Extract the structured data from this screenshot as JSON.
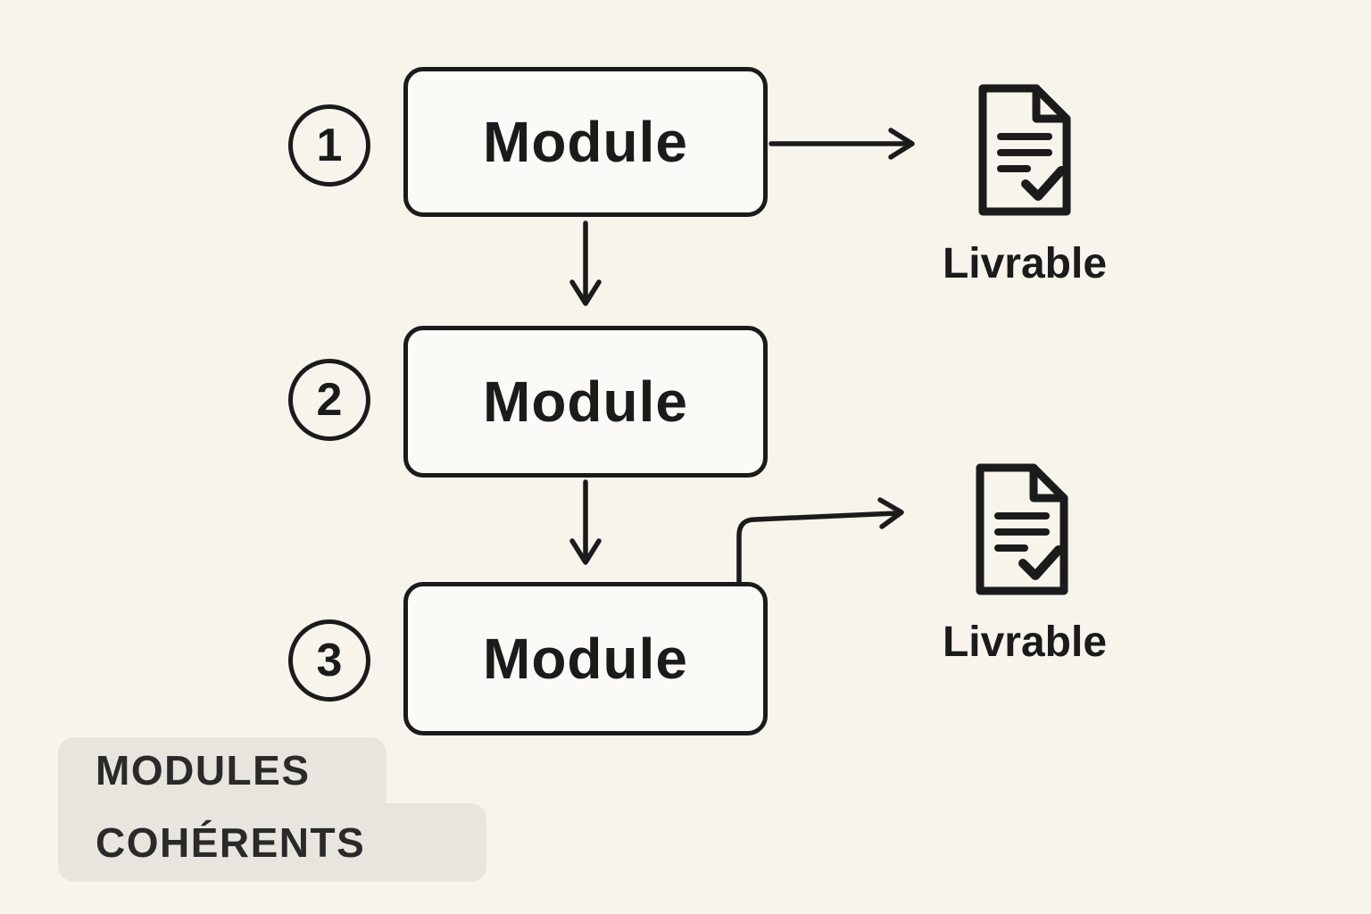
{
  "colors": {
    "background": "#f7f4ec",
    "stroke": "#1b1b1b",
    "box_fill": "#fbfaf6",
    "caption_bg": "#e8e5df",
    "text": "#1b1b1b"
  },
  "steps": [
    {
      "number": "1",
      "label": "Module"
    },
    {
      "number": "2",
      "label": "Module"
    },
    {
      "number": "3",
      "label": "Module"
    }
  ],
  "deliverables": [
    {
      "label": "Livrable",
      "icon": "document-check-icon"
    },
    {
      "label": "Livrable",
      "icon": "document-check-icon"
    }
  ],
  "caption": {
    "line1": "MODULES",
    "line2": "COHÉRENTS"
  }
}
